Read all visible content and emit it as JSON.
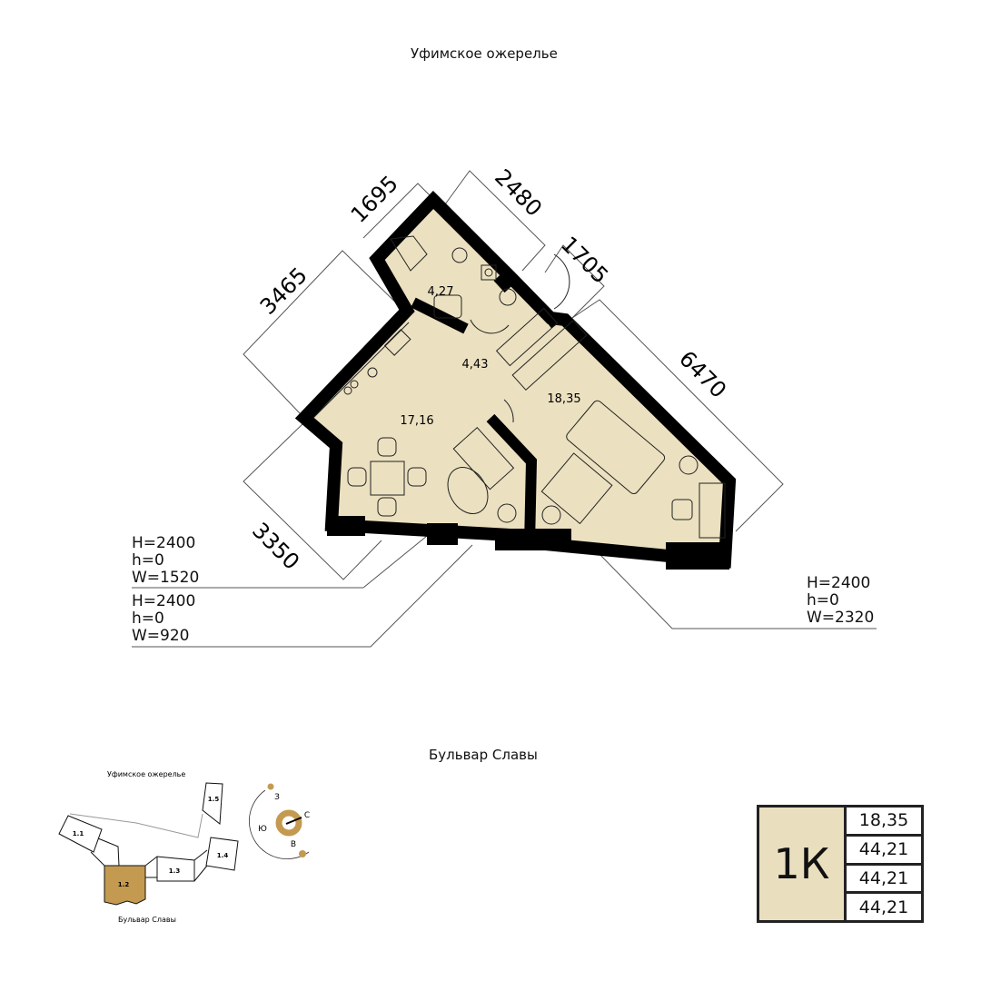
{
  "streets": {
    "top": "Уфимское ожерелье",
    "bottom": "Бульвар Славы"
  },
  "dimensions": [
    "1695",
    "2480",
    "1705",
    "3465",
    "6470",
    "3350"
  ],
  "rooms": {
    "bathroom": "4,27",
    "hall": "4,43",
    "living": "17,16",
    "bedroom": "18,35"
  },
  "windows": [
    {
      "h_full": "H=2400",
      "h": "h=0",
      "w": "W=1520"
    },
    {
      "h_full": "H=2400",
      "h": "h=0",
      "w": "W=920"
    },
    {
      "h_full": "H=2400",
      "h": "h=0",
      "w": "W=2320"
    }
  ],
  "minimap": {
    "top_street": "Уфимское ожерелье",
    "bottom_street": "Бульвар Славы",
    "sections": [
      "1.1",
      "1.2",
      "1.3",
      "1.4",
      "1.5"
    ],
    "selected": "1.2"
  },
  "compass": {
    "west": "З",
    "north": "С",
    "south": "Ю",
    "east": "В"
  },
  "summary": {
    "type": "1К",
    "values": [
      "18,35",
      "44,21",
      "44,21",
      "44,21"
    ]
  },
  "colors": {
    "floor": "#ebe0c0",
    "wall": "#000000",
    "accent": "#c49a50"
  }
}
